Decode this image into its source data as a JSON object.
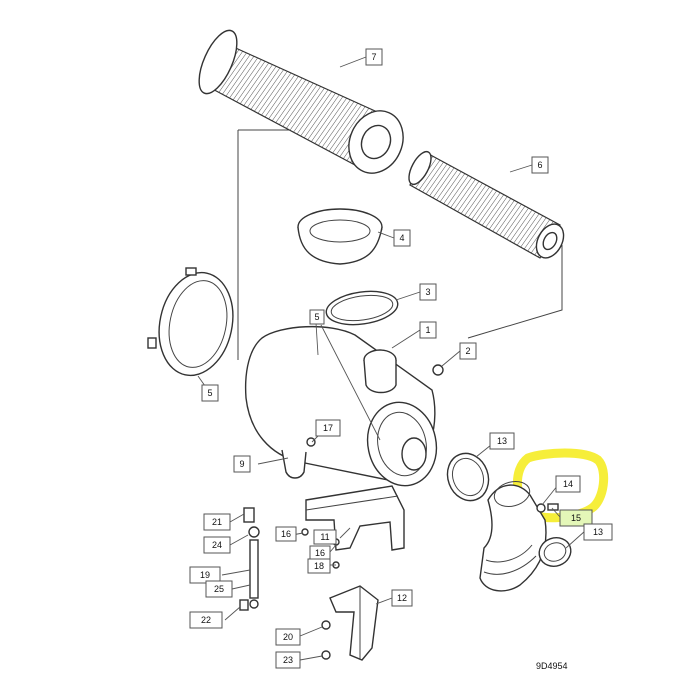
{
  "colors": {
    "highlight": "#f6ee3a",
    "callout_box_15": "#e4f7b8"
  },
  "drawing_code": "9D4954",
  "callouts": [
    {
      "id": "c7",
      "label": "7"
    },
    {
      "id": "c6",
      "label": "6"
    },
    {
      "id": "c4",
      "label": "4"
    },
    {
      "id": "c3",
      "label": "3"
    },
    {
      "id": "c1",
      "label": "1"
    },
    {
      "id": "c2",
      "label": "2"
    },
    {
      "id": "c5a",
      "label": "5"
    },
    {
      "id": "c5b",
      "label": "5"
    },
    {
      "id": "c17",
      "label": "17"
    },
    {
      "id": "c9",
      "label": "9"
    },
    {
      "id": "c13a",
      "label": "13"
    },
    {
      "id": "c14",
      "label": "14"
    },
    {
      "id": "c15",
      "label": "15"
    },
    {
      "id": "c13b",
      "label": "13"
    },
    {
      "id": "c21",
      "label": "21"
    },
    {
      "id": "c24",
      "label": "24"
    },
    {
      "id": "c16a",
      "label": "16"
    },
    {
      "id": "c11",
      "label": "11"
    },
    {
      "id": "c16b",
      "label": "16"
    },
    {
      "id": "c18",
      "label": "18"
    },
    {
      "id": "c19",
      "label": "19"
    },
    {
      "id": "c25",
      "label": "25"
    },
    {
      "id": "c22",
      "label": "22"
    },
    {
      "id": "c12",
      "label": "12"
    },
    {
      "id": "c20",
      "label": "20"
    },
    {
      "id": "c23",
      "label": "23"
    }
  ]
}
